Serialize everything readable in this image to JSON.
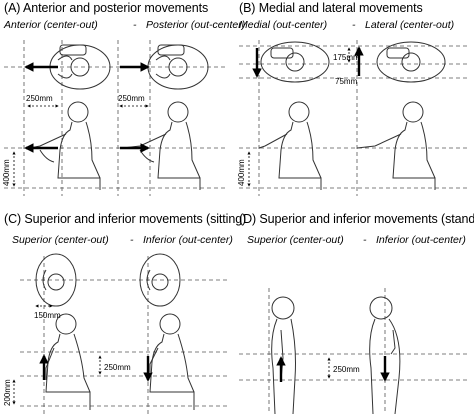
{
  "panels": [
    {
      "title": "(A) Anterior and posterior movements",
      "subtitle_left": "Anterior (center-out)",
      "separator": "-",
      "subtitle_right": "Posterior (out-center)",
      "dims": [
        "250mm",
        "250mm",
        "400mm"
      ]
    },
    {
      "title": "(B) Medial and lateral movements",
      "subtitle_left": "Medial (out-center)",
      "separator": "-",
      "subtitle_right": "Lateral (center-out)",
      "dims": [
        "175mm",
        "75mm",
        "400mm"
      ]
    },
    {
      "title": "(C) Superior and inferior movements (sitting)",
      "subtitle_left": "Superior (center-out)",
      "separator": "-",
      "subtitle_right": "Inferior (out-center)",
      "dims": [
        "150mm",
        "250mm",
        "200mm"
      ]
    },
    {
      "title": "(D) Superior and inferior movements (standing)",
      "subtitle_left": "Superior (center-out)",
      "separator": "-",
      "subtitle_right": "Inferior (out-center)",
      "dims": [
        "250mm"
      ]
    }
  ],
  "colors": {
    "line": "#333333",
    "arrow": "#000000",
    "dash": "#555555"
  }
}
